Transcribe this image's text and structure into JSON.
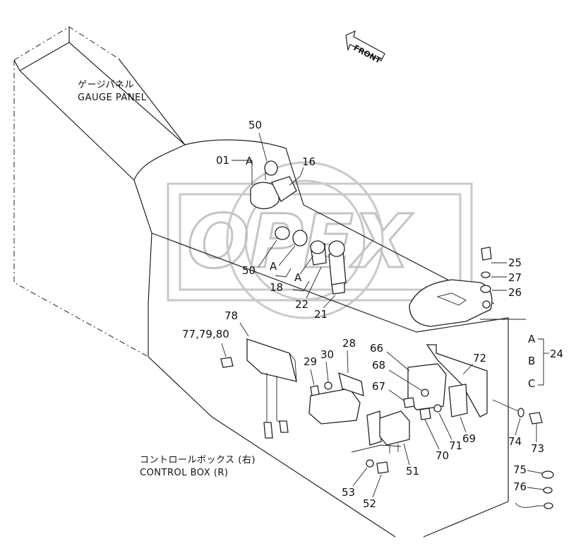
{
  "diagram": {
    "direction_arrow": "FRONT",
    "captions": {
      "gauge_panel_jp": "ゲージパネル",
      "gauge_panel_en": "GAUGE PANEL",
      "control_box_jp": "コントロールボックス (右)",
      "control_box_en": "CONTROL BOX (R)"
    },
    "watermark": "OPEX",
    "part_numbers": {
      "p01": "01",
      "p16": "16",
      "p50_top": "50",
      "pA_top": "A",
      "p50_mid": "50",
      "pA_mid1": "A",
      "pA_mid2": "A",
      "p18": "18",
      "p22": "22",
      "p21": "21",
      "p25": "25",
      "p27": "27",
      "p26": "26",
      "p24": "24",
      "pA_r": "A",
      "pB_r": "B",
      "pC_r": "C",
      "p78": "78",
      "p77": "77,79,80",
      "p29": "29",
      "p30": "30",
      "p28": "28",
      "p66": "66",
      "p68": "68",
      "p67": "67",
      "p72": "72",
      "p69": "69",
      "p70": "70",
      "p71": "71",
      "p74": "74",
      "p73": "73",
      "p75": "75",
      "p76": "76",
      "p51": "51",
      "p53": "53",
      "p52": "52"
    }
  }
}
